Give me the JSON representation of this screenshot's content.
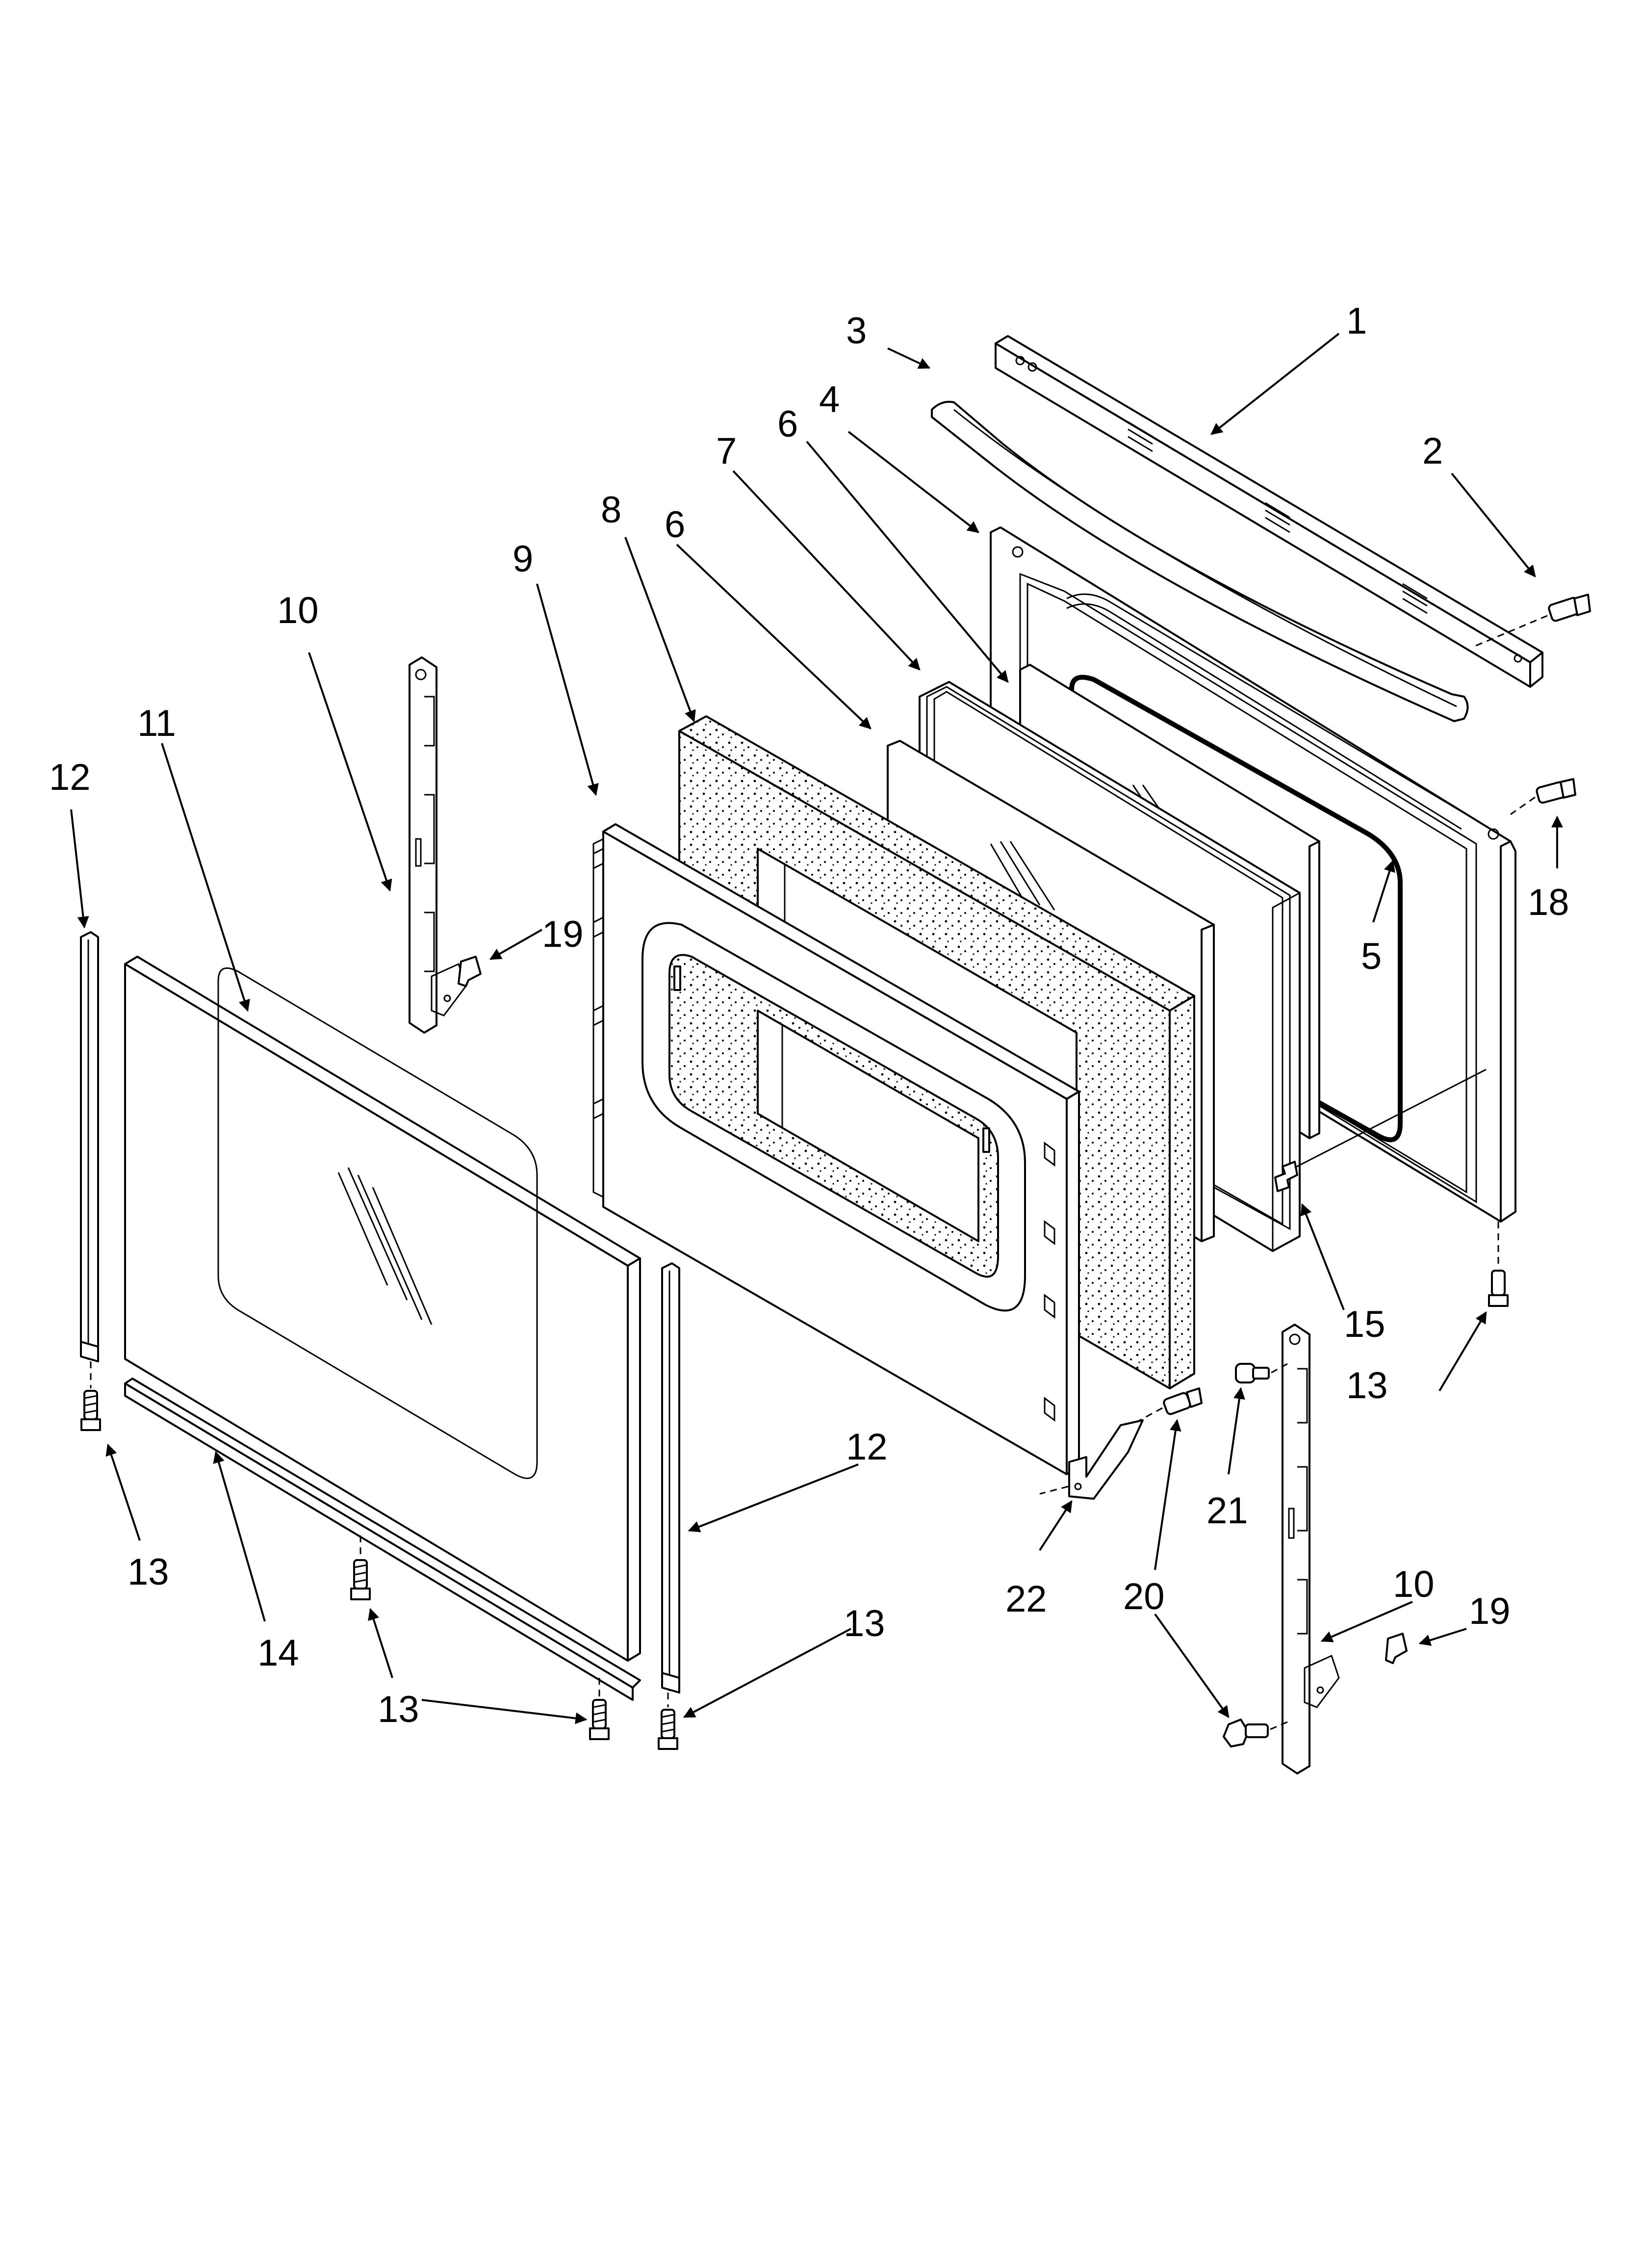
{
  "diagram": {
    "callouts": [
      {
        "id": "c1",
        "text": "1"
      },
      {
        "id": "c2",
        "text": "2"
      },
      {
        "id": "c3",
        "text": "3"
      },
      {
        "id": "c4",
        "text": "4"
      },
      {
        "id": "c5",
        "text": "5"
      },
      {
        "id": "c6a",
        "text": "6"
      },
      {
        "id": "c6b",
        "text": "6"
      },
      {
        "id": "c7",
        "text": "7"
      },
      {
        "id": "c8",
        "text": "8"
      },
      {
        "id": "c9",
        "text": "9"
      },
      {
        "id": "c10a",
        "text": "10"
      },
      {
        "id": "c10b",
        "text": "10"
      },
      {
        "id": "c11",
        "text": "11"
      },
      {
        "id": "c12a",
        "text": "12"
      },
      {
        "id": "c12b",
        "text": "12"
      },
      {
        "id": "c13a",
        "text": "13"
      },
      {
        "id": "c13b",
        "text": "13"
      },
      {
        "id": "c13c",
        "text": "13"
      },
      {
        "id": "c13d",
        "text": "13"
      },
      {
        "id": "c14",
        "text": "14"
      },
      {
        "id": "c15",
        "text": "15"
      },
      {
        "id": "c18",
        "text": "18"
      },
      {
        "id": "c19a",
        "text": "19"
      },
      {
        "id": "c19b",
        "text": "19"
      },
      {
        "id": "c20",
        "text": "20"
      },
      {
        "id": "c21",
        "text": "21"
      },
      {
        "id": "c22",
        "text": "22"
      }
    ]
  }
}
